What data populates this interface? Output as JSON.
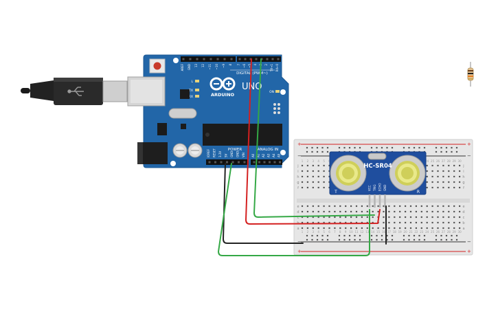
{
  "arduino": {
    "brand": "ARDUINO",
    "model": "UNO",
    "digital_label": "DIGITAL (PWM~)",
    "power_label": "POWER",
    "analog_label": "ANALOG IN",
    "led_l": "L",
    "led_tx": "TX",
    "led_rx": "RX",
    "led_on": "ON",
    "digital_pins": [
      "AREF",
      "GND",
      "13",
      "12",
      "~11",
      "~10",
      "~9",
      "8",
      "7",
      "~6",
      "~5",
      "4",
      "~3",
      "2",
      "TX→1",
      "RX←0"
    ],
    "power_pins": [
      "IOREF",
      "RESET",
      "3.3V",
      "5V",
      "GND",
      "GND",
      "VIN"
    ],
    "analog_pins": [
      "A0",
      "A1",
      "A2",
      "A3",
      "A4",
      "A5"
    ]
  },
  "sensor": {
    "model": "HC-SR04",
    "pins": [
      "VCC",
      "TRIG",
      "ECHO",
      "GND"
    ],
    "transmitter_mark": "T",
    "receiver_mark": "R"
  },
  "breadboard": {
    "rows_top": [
      "j",
      "i",
      "h",
      "g",
      "f"
    ],
    "rows_bottom": [
      "e",
      "d",
      "c",
      "b",
      "a"
    ],
    "plus": "+",
    "minus": "−",
    "columns": 30
  },
  "colors": {
    "board": "#2266a8",
    "wire_red": "#d42020",
    "wire_green": "#34a845",
    "wire_black": "#222222",
    "sensor_pcb": "#1f4e9e"
  },
  "components": [
    "usb-cable",
    "arduino-uno",
    "breadboard",
    "hc-sr04-ultrasonic-sensor",
    "resistor"
  ]
}
